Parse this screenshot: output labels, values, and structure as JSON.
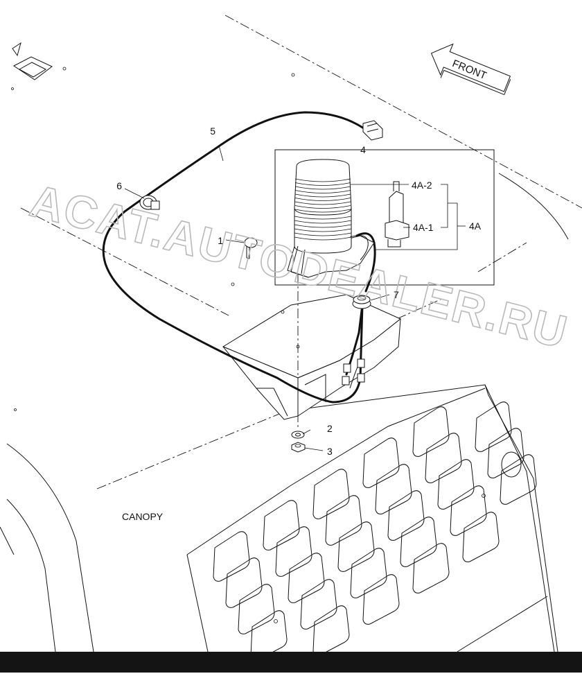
{
  "diagram": {
    "callouts": {
      "c1": "1",
      "c2": "2",
      "c3": "3",
      "c4": "4",
      "c4a": "4A",
      "c4a1": "4A-1",
      "c4a2": "4A-2",
      "c5": "5",
      "c6": "6",
      "c7": "7"
    },
    "front_label": "FRONT",
    "canopy_label": "CANOPY",
    "watermark": "ACAT.AUTODEALER.RU"
  }
}
